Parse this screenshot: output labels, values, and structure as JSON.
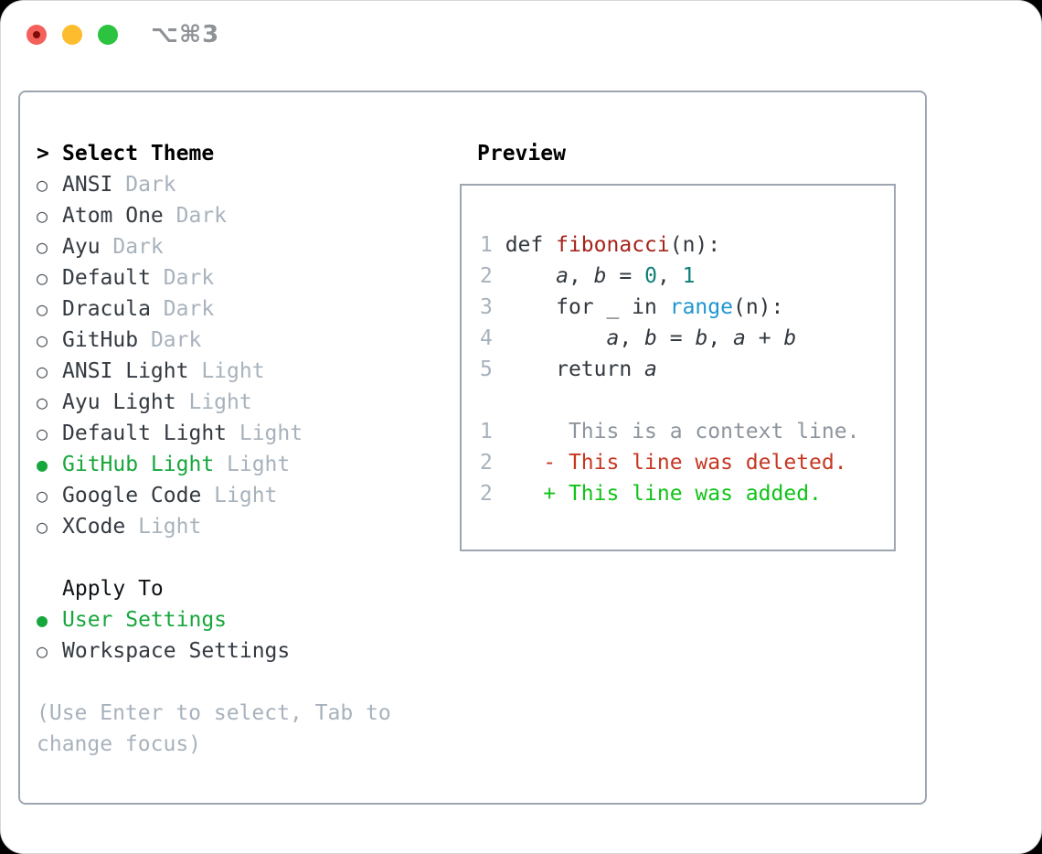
{
  "window": {
    "shortcut_label": "⌥⌘3"
  },
  "colors": {
    "selected_green": "#17a63c",
    "muted_gray": "#a8b2bc",
    "text_dark": "#343a41",
    "border_gray": "#9da6b0",
    "function_red": "#a5231a",
    "number_teal": "#0e7f76",
    "builtin_blue": "#1e96d1",
    "diff_context_gray": "#8d959e",
    "diff_deleted_red": "#c63722",
    "diff_added_green": "#10c317",
    "traffic_red": "#f4605a",
    "traffic_yellow": "#fcbc2e",
    "traffic_green": "#2bc33f"
  },
  "theme_list": {
    "header": {
      "marker": ">",
      "label": "Select Theme"
    },
    "items": [
      {
        "marker": "○",
        "name": "ANSI",
        "suffix": "Dark",
        "selected": false
      },
      {
        "marker": "○",
        "name": "Atom One",
        "suffix": "Dark",
        "selected": false
      },
      {
        "marker": "○",
        "name": "Ayu",
        "suffix": "Dark",
        "selected": false
      },
      {
        "marker": "○",
        "name": "Default",
        "suffix": "Dark",
        "selected": false
      },
      {
        "marker": "○",
        "name": "Dracula",
        "suffix": "Dark",
        "selected": false
      },
      {
        "marker": "○",
        "name": "GitHub",
        "suffix": "Dark",
        "selected": false
      },
      {
        "marker": "○",
        "name": "ANSI Light",
        "suffix": "Light",
        "selected": false
      },
      {
        "marker": "○",
        "name": "Ayu Light",
        "suffix": "Light",
        "selected": false
      },
      {
        "marker": "○",
        "name": "Default Light",
        "suffix": "Light",
        "selected": false
      },
      {
        "marker": "●",
        "name": "GitHub Light",
        "suffix": "Light",
        "selected": true
      },
      {
        "marker": "○",
        "name": "Google Code",
        "suffix": "Light",
        "selected": false
      },
      {
        "marker": "○",
        "name": "XCode",
        "suffix": "Light",
        "selected": false
      }
    ]
  },
  "apply_to": {
    "label": "Apply To",
    "items": [
      {
        "marker": "●",
        "name": "User Settings",
        "selected": true
      },
      {
        "marker": "○",
        "name": "Workspace Settings",
        "selected": false
      }
    ]
  },
  "help": {
    "line1": "(Use Enter to select, Tab to",
    "line2": "change focus)"
  },
  "preview": {
    "label": "Preview",
    "code_lines": [
      {
        "num": "1",
        "segments": [
          {
            "t": " def ",
            "c": "d"
          },
          {
            "t": "fibonacci",
            "c": "red"
          },
          {
            "t": "(n):",
            "c": "d"
          }
        ]
      },
      {
        "num": "2",
        "segments": [
          {
            "t": "     ",
            "c": "d"
          },
          {
            "t": "a",
            "c": "v"
          },
          {
            "t": ", ",
            "c": "d"
          },
          {
            "t": "b",
            "c": "v"
          },
          {
            "t": " = ",
            "c": "d"
          },
          {
            "t": "0",
            "c": "nm"
          },
          {
            "t": ", ",
            "c": "d"
          },
          {
            "t": "1",
            "c": "nm"
          }
        ]
      },
      {
        "num": "3",
        "segments": [
          {
            "t": "     for _ in ",
            "c": "d"
          },
          {
            "t": "range",
            "c": "bl"
          },
          {
            "t": "(n):",
            "c": "d"
          }
        ]
      },
      {
        "num": "4",
        "segments": [
          {
            "t": "         ",
            "c": "d"
          },
          {
            "t": "a",
            "c": "v"
          },
          {
            "t": ", ",
            "c": "d"
          },
          {
            "t": "b",
            "c": "v"
          },
          {
            "t": " = ",
            "c": "d"
          },
          {
            "t": "b",
            "c": "v"
          },
          {
            "t": ", ",
            "c": "d"
          },
          {
            "t": "a",
            "c": "v"
          },
          {
            "t": " + ",
            "c": "d"
          },
          {
            "t": "b",
            "c": "v"
          }
        ]
      },
      {
        "num": "5",
        "segments": [
          {
            "t": "     return ",
            "c": "d"
          },
          {
            "t": "a",
            "c": "v"
          }
        ]
      }
    ],
    "diff_lines": [
      {
        "num": "1",
        "text": "      This is a context line.",
        "kind": "context"
      },
      {
        "num": "2",
        "text": "    - This line was deleted.",
        "kind": "deleted"
      },
      {
        "num": "2",
        "text": "    + This line was added.",
        "kind": "added"
      }
    ]
  }
}
